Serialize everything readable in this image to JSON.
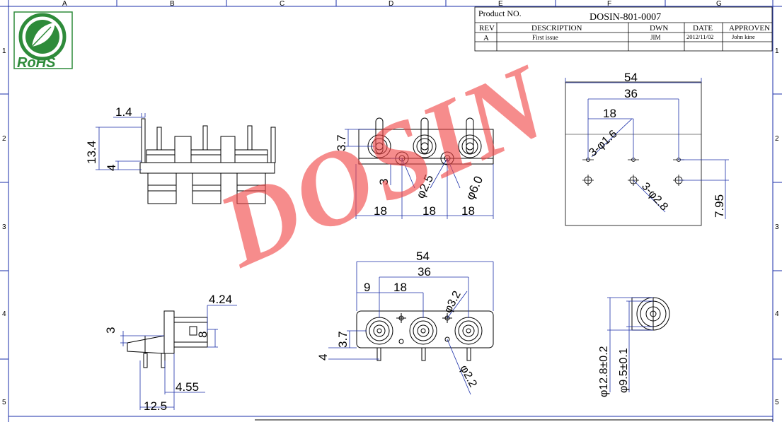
{
  "frame": {
    "columns": [
      "A",
      "B",
      "C",
      "D",
      "E",
      "F",
      "G"
    ],
    "rows": [
      "1",
      "2",
      "3",
      "4",
      "5"
    ]
  },
  "logo": {
    "text": "RoHS",
    "color": "#2e8b3a"
  },
  "title_block": {
    "product_label": "Product NO.",
    "product_no": "DOSIN-801-0007",
    "headers": {
      "rev": "REV",
      "description": "DESCRIPTION",
      "dwn": "DWN",
      "date": "DATE",
      "approven": "APPROVEN"
    },
    "row": {
      "rev": "A",
      "description": "First issue",
      "dwn": "JIM",
      "date": "2012/11/02",
      "approven": "John kine"
    }
  },
  "watermark": {
    "text": "DOSIN",
    "color": "#f04646"
  },
  "dimensions": {
    "side_view": {
      "d_1_4": "1.4",
      "d_13_4": "13.4",
      "d_4": "4"
    },
    "front_view": {
      "d_3_7": "3.7",
      "d_3": "3",
      "d_phi_2_5": "φ2.5",
      "d_phi_6_0": "φ6.0",
      "d_18a": "18",
      "d_18b": "18",
      "d_18c": "18"
    },
    "pcb_layout": {
      "d_54": "54",
      "d_36": "36",
      "d_18": "18",
      "d_3_phi_1_6": "3-φ1.6",
      "d_3_phi_2_8": "3-φ2.8",
      "d_7_95": "7.95"
    },
    "profile_view": {
      "d_4_24": "4.24",
      "d_3": "3",
      "d_8": "8",
      "d_4_55": "4.55",
      "d_12_5": "12.5"
    },
    "bottom_view": {
      "d_54": "54",
      "d_36": "36",
      "d_9": "9",
      "d_18": "18",
      "d_phi_3_2": "φ3.2",
      "d_3_7": "3.7",
      "d_4": "4",
      "d_phi_2_2": "φ2.2"
    },
    "end_view": {
      "d_phi_12_8": "φ12.8±0.2",
      "d_phi_9_5": "φ9.5±0.1"
    }
  }
}
